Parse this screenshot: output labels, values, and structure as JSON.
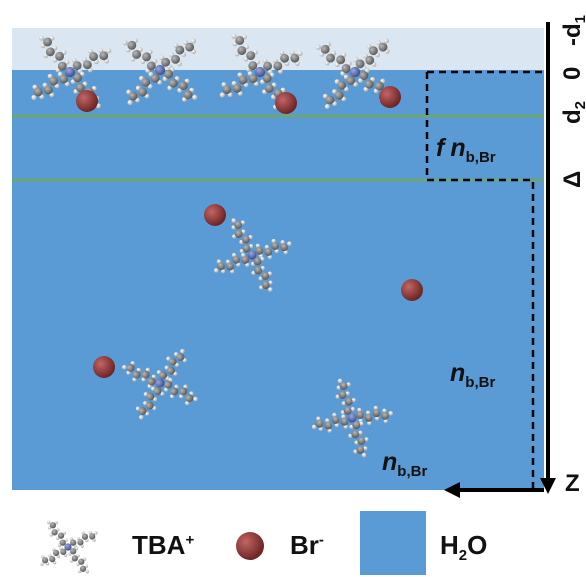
{
  "axis": {
    "labels": [
      "-d",
      "0",
      "d",
      "Δ"
    ],
    "label_subscripts": [
      "1",
      "",
      "2",
      ""
    ],
    "z_label": "Z"
  },
  "regions": {
    "surface_label_f": "f",
    "surface_label_n": "n",
    "surface_label_sub": "b,Br",
    "bulk_label_n": "n",
    "bulk_label_sub": "b,Br",
    "bottom_label_n": "n",
    "bottom_label_sub": "b,Br"
  },
  "legend": {
    "tba_label": "TBA",
    "tba_sup": "+",
    "br_label": "Br",
    "br_sup": "-",
    "water_label": "H",
    "water_sub": "2",
    "water_tail": "O"
  },
  "colors": {
    "water": "#5b9bd5",
    "air": "#dae6f2",
    "green_line": "#70ad47",
    "bromide": "#8b3a3a",
    "carbon": "#8a8a8a",
    "nitrogen": "#5a6aa8",
    "hydrogen": "#d9d9d9"
  }
}
